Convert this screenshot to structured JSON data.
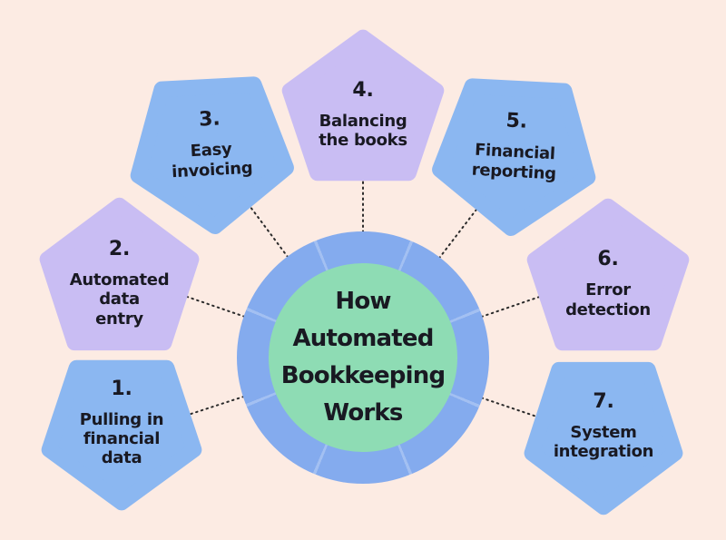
{
  "background_color": "#fcebe3",
  "center": {
    "title": "How\nAutomated\nBookkeeping\nWorks",
    "ring_color": "#84abee",
    "disc_color": "#8edcb4",
    "text_color": "#191922"
  },
  "connector_color": "#2b2b2b",
  "node_colors": {
    "blue": "#8bb7f1",
    "purple": "#c9bdf3"
  },
  "nodes": [
    {
      "number": "1.",
      "label": "Pulling in\nfinancial\ndata",
      "color": "blue",
      "orientation": "point-down"
    },
    {
      "number": "2.",
      "label": "Automated\ndata\nentry",
      "color": "purple",
      "orientation": "point-up"
    },
    {
      "number": "3.",
      "label": "Easy\ninvoicing",
      "color": "blue",
      "orientation": "point-down"
    },
    {
      "number": "4.",
      "label": "Balancing\nthe books",
      "color": "purple",
      "orientation": "point-up"
    },
    {
      "number": "5.",
      "label": "Financial\nreporting",
      "color": "blue",
      "orientation": "point-down"
    },
    {
      "number": "6.",
      "label": "Error\ndetection",
      "color": "purple",
      "orientation": "point-up"
    },
    {
      "number": "7.",
      "label": "System\nintegration",
      "color": "blue",
      "orientation": "point-down"
    }
  ]
}
